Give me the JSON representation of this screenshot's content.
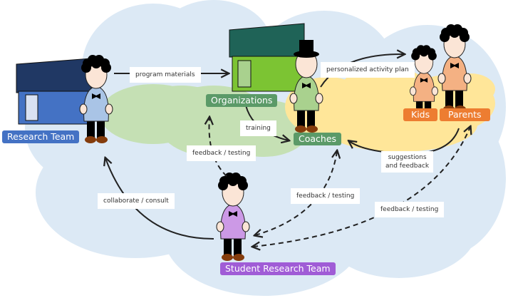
{
  "diagram": {
    "title": "Research program stakeholder flow",
    "actors": {
      "research_team": {
        "label": "Research Team",
        "color": "#4472c4",
        "shirt": "#a9c4e6",
        "building_roof": "#203864",
        "building_wall": "#4472c4"
      },
      "organizations": {
        "label": "Organizations",
        "color": "#5b9a68",
        "building_roof": "#1f6357",
        "building_wall": "#7cc433"
      },
      "coaches": {
        "label": "Coaches",
        "color": "#5b9a68",
        "shirt": "#a9d18e",
        "hat": "top-hat"
      },
      "kids": {
        "label": "Kids",
        "color": "#ed7d31",
        "shirt": "#f4b183"
      },
      "parents": {
        "label": "Parents",
        "color": "#ed7d31",
        "shirt": "#f4b183"
      },
      "student_research_team": {
        "label": "Student Research Team",
        "color": "#a05cd6",
        "shirt": "#cc99e6"
      }
    },
    "edges": [
      {
        "from": "research_team",
        "to": "organizations",
        "label": "program materials",
        "style": "solid"
      },
      {
        "from": "organizations",
        "to": "coaches",
        "label": "training",
        "style": "solid"
      },
      {
        "from": "coaches",
        "to": "kids",
        "label": "personalized activity plan",
        "style": "solid"
      },
      {
        "from": "parents",
        "to": "coaches",
        "label": "suggestions\nand feedback",
        "label_lines": [
          "suggestions",
          "and feedback"
        ],
        "style": "solid"
      },
      {
        "from": "student_research_team",
        "to": "research_team",
        "label": "collaborate / consult",
        "style": "solid"
      },
      {
        "from": "student_research_team",
        "to": "organizations",
        "label": "feedback / testing",
        "style": "dashed",
        "bidirectional": true
      },
      {
        "from": "student_research_team",
        "to": "coaches",
        "label": "feedback / testing",
        "style": "dashed",
        "bidirectional": true
      },
      {
        "from": "student_research_team",
        "to": "parents",
        "label": "feedback / testing",
        "style": "dashed",
        "bidirectional": true
      }
    ],
    "regions": {
      "outer_cloud": "#dce9f5",
      "org_cloud": "#c5e0b4",
      "family_cloud": "#ffe699"
    },
    "icons": {
      "person": "person-icon",
      "building": "building-icon",
      "arrow": "arrow-icon"
    }
  }
}
